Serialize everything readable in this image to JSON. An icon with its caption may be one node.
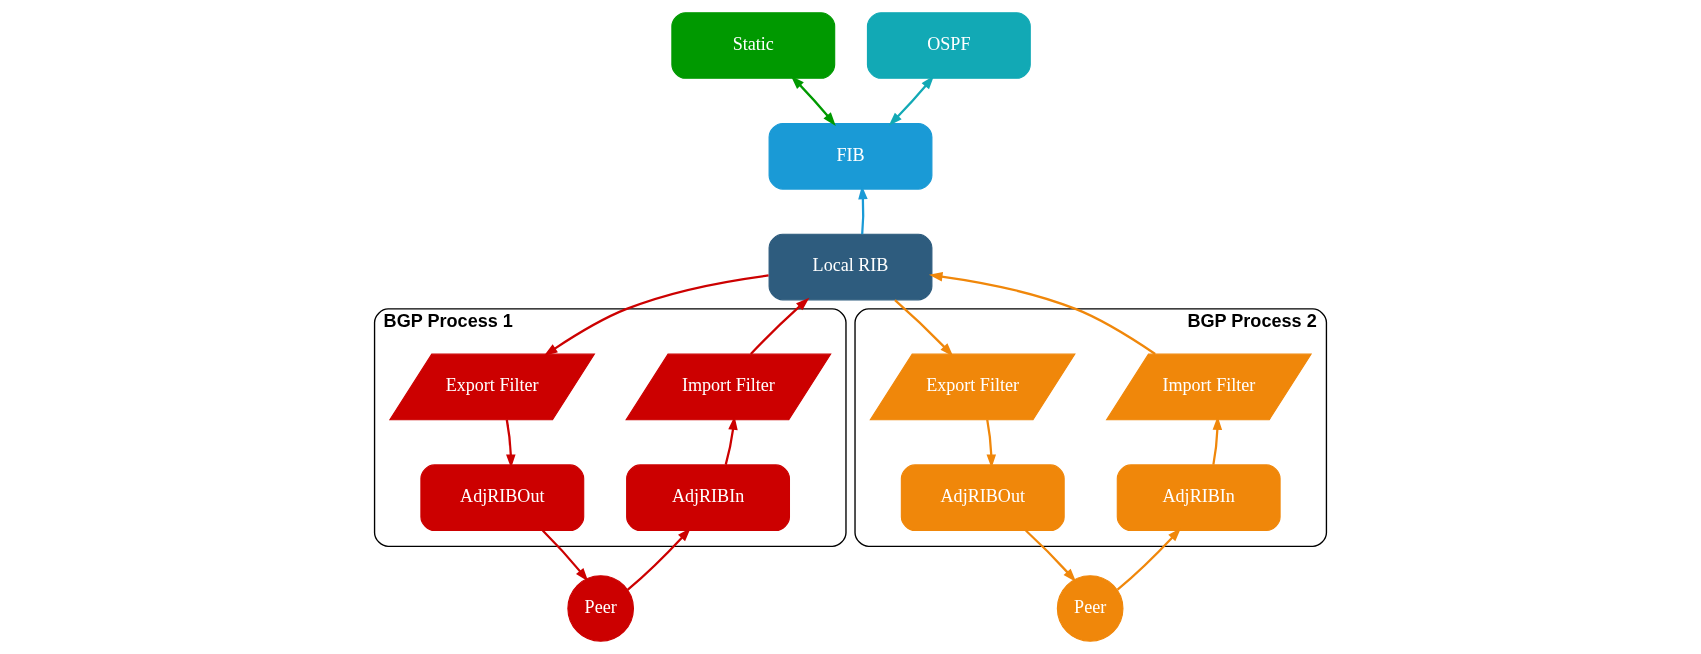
{
  "diagram": {
    "nodes": [
      {
        "text": [
          "Static"
        ]
      },
      {
        "text": [
          "OSPF"
        ]
      },
      {
        "text": [
          "FIB"
        ]
      },
      {
        "text": [
          "BGP Process 1"
        ]
      },
      {
        "text": [
          "AdjRIBIn"
        ],
        "in": 3
      },
      {
        "text": [
          "Import Filter"
        ],
        "in": 3
      },
      {
        "text": [
          "AdjRIBOut"
        ],
        "in": 3
      },
      {
        "text": [
          "Export Filter"
        ],
        "in": 3
      },
      {
        "text": [
          "Local RIB"
        ]
      },
      {
        "text": [
          "BGP Process 2"
        ]
      },
      {
        "text": [
          "Import Filter"
        ],
        "in": 9
      },
      {
        "text": [
          "AdjRIBIn"
        ],
        "in": 9
      },
      {
        "text": [
          "Export Filter"
        ],
        "in": 9
      },
      {
        "text": [
          "AdjRIBOut"
        ],
        "in": 9
      },
      {
        "text": [
          "Peer"
        ]
      },
      {
        "text": [
          "Peer"
        ]
      }
    ],
    "edges": [
      {
        "from": 0,
        "to": 2,
        "arrow": "both",
        "color": "#009900"
      },
      {
        "from": 1,
        "to": 2,
        "arrow": "both",
        "color": "#12a9b5"
      },
      {
        "from": 8,
        "to": 2,
        "arrow": "to",
        "color": "#1a9ad6"
      },
      {
        "from": 14,
        "to": 4,
        "arrow": "to",
        "color": "#cc0000"
      },
      {
        "from": 4,
        "to": 5,
        "arrow": "to",
        "color": "#cc0000"
      },
      {
        "from": 5,
        "to": 8,
        "arrow": "to",
        "color": "#cc0000"
      },
      {
        "from": 8,
        "to": 7,
        "arrow": "to",
        "color": "#cc0000"
      },
      {
        "from": 7,
        "to": 6,
        "arrow": "to",
        "color": "#cc0000"
      },
      {
        "from": 6,
        "to": 14,
        "arrow": "to",
        "color": "#cc0000"
      },
      {
        "from": 15,
        "to": 11,
        "arrow": "to",
        "color": "#f0870a"
      },
      {
        "from": 11,
        "to": 10,
        "arrow": "to",
        "color": "#f0870a"
      },
      {
        "from": 10,
        "to": 8,
        "arrow": "to",
        "color": "#f0870a"
      },
      {
        "from": 8,
        "to": 12,
        "arrow": "to",
        "color": "#f0870a"
      },
      {
        "from": 12,
        "to": 13,
        "arrow": "to",
        "color": "#f0870a"
      },
      {
        "from": 13,
        "to": 15,
        "arrow": "to",
        "color": "#f0870a"
      }
    ]
  }
}
